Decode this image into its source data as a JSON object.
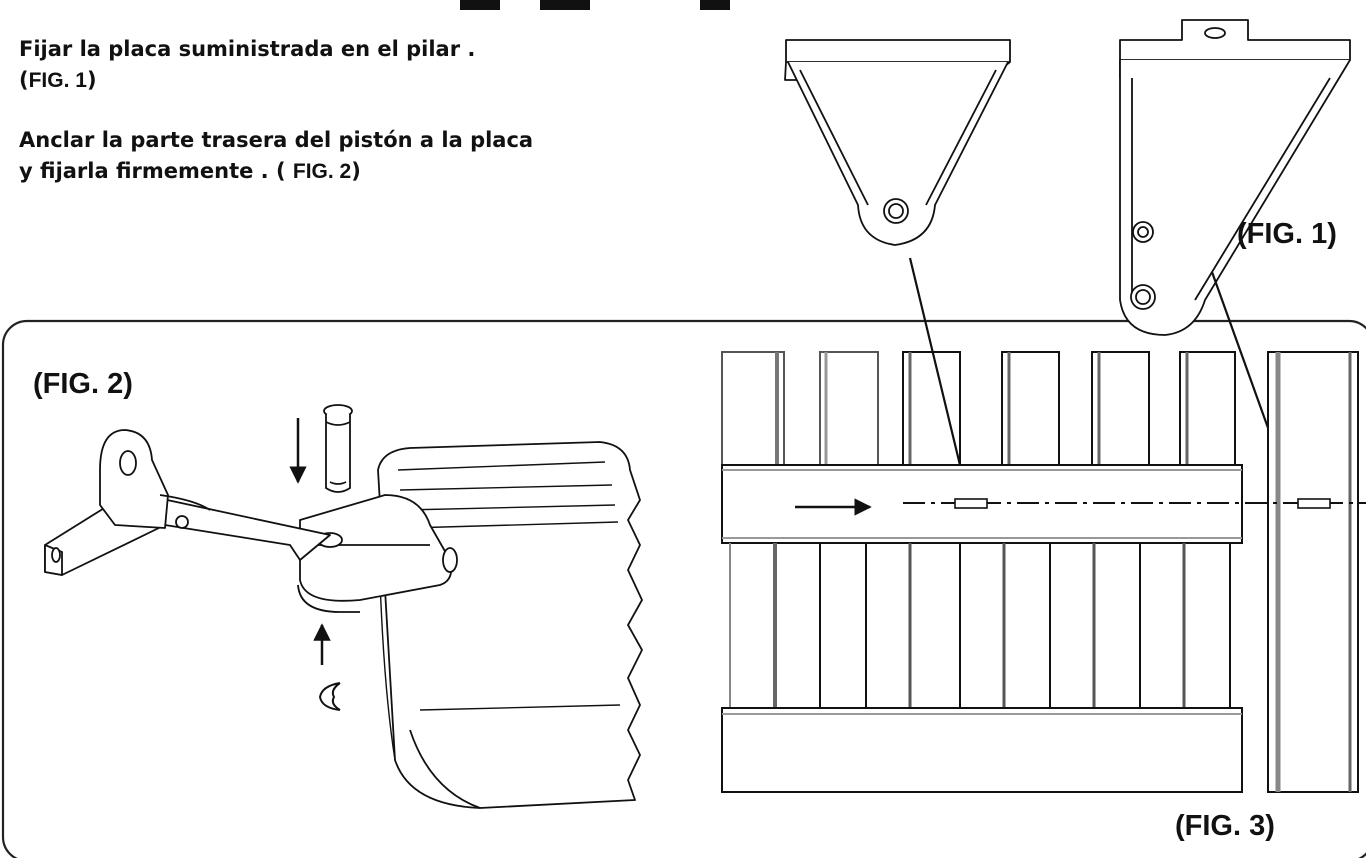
{
  "instructions": [
    {
      "line1": "Fijar la placa suministrada en el pilar .",
      "line2_pre": "(",
      "line2_ref": "FIG. 1",
      "line2_post": ")"
    },
    {
      "line1": "Anclar la parte trasera del pistón a la placa",
      "line2_pre": "y fijarla firmemente . ( ",
      "line2_ref": "FIG. 2",
      "line2_post": ")"
    }
  ],
  "figure_labels": {
    "fig1": "(FIG. 1)",
    "fig2": "(FIG. 2)",
    "fig3": "(FIG. 3)"
  },
  "colors": {
    "ink": "#111111",
    "panel_border": "#222222",
    "background": "#ffffff"
  }
}
